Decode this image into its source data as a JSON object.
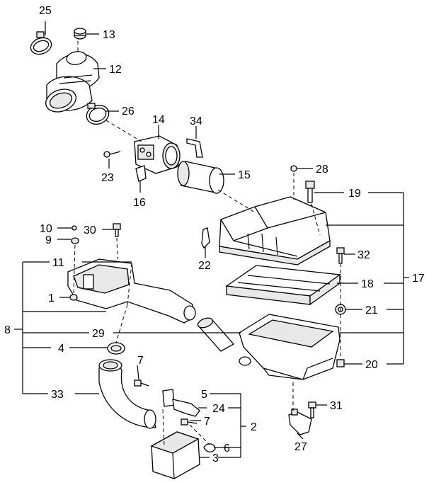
{
  "callouts": {
    "c1": "1",
    "c2": "2",
    "c3": "3",
    "c4": "4",
    "c5": "5",
    "c6": "6",
    "c7a": "7",
    "c7b": "7",
    "c8": "8",
    "c9": "9",
    "c10": "10",
    "c11": "11",
    "c12": "12",
    "c13": "13",
    "c14": "14",
    "c15": "15",
    "c16": "16",
    "c17": "17",
    "c18": "18",
    "c19": "19",
    "c20": "20",
    "c21": "21",
    "c22": "22",
    "c23": "23",
    "c24": "24",
    "c25": "25",
    "c26": "26",
    "c27": "27",
    "c28": "28",
    "c29": "29",
    "c30": "30",
    "c31": "31",
    "c32": "32",
    "c33": "33",
    "c34": "34"
  }
}
